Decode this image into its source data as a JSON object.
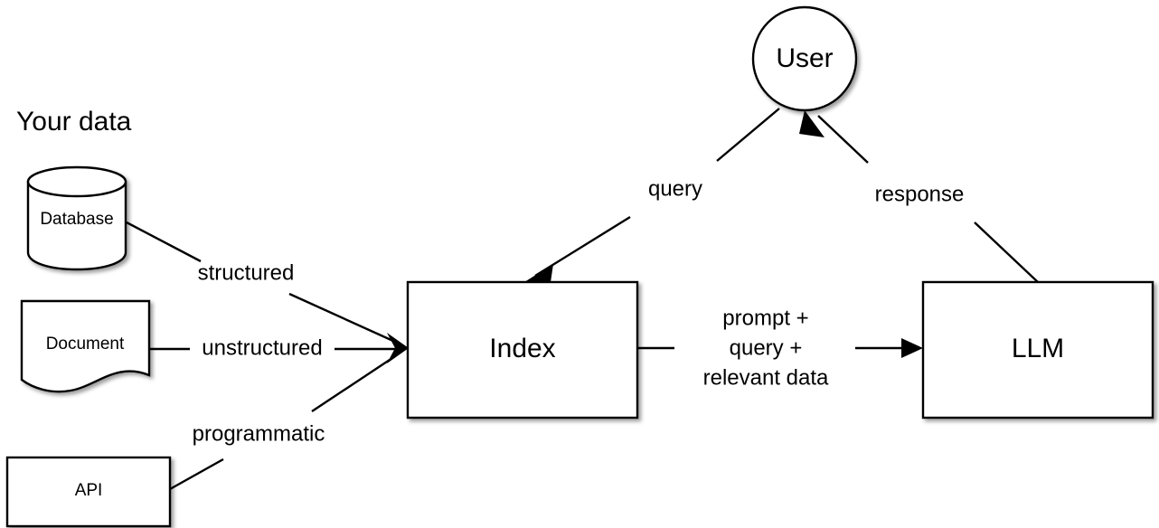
{
  "diagram": {
    "title_text": "Your data",
    "background_color": "#ffffff",
    "stroke_color": "#000000",
    "nodes": {
      "database": {
        "label": "Database",
        "shape": "cylinder"
      },
      "document": {
        "label": "Document",
        "shape": "document-wavy"
      },
      "api": {
        "label": "API",
        "shape": "rectangle"
      },
      "index": {
        "label": "Index",
        "shape": "rectangle"
      },
      "user": {
        "label": "User",
        "shape": "circle"
      },
      "llm": {
        "label": "LLM",
        "shape": "rectangle"
      }
    },
    "edges": {
      "structured": {
        "label": "structured",
        "from": "database",
        "to": "index"
      },
      "unstructured": {
        "label": "unstructured",
        "from": "document",
        "to": "index"
      },
      "programmatic": {
        "label": "programmatic",
        "from": "api",
        "to": "index"
      },
      "query": {
        "label": "query",
        "from": "user",
        "to": "index"
      },
      "response": {
        "label": "response",
        "from": "llm",
        "to": "user"
      },
      "prompt_bundle": {
        "label_line1": "prompt +",
        "label_line2": "query +",
        "label_line3": "relevant data",
        "from": "index",
        "to": "llm"
      }
    }
  }
}
